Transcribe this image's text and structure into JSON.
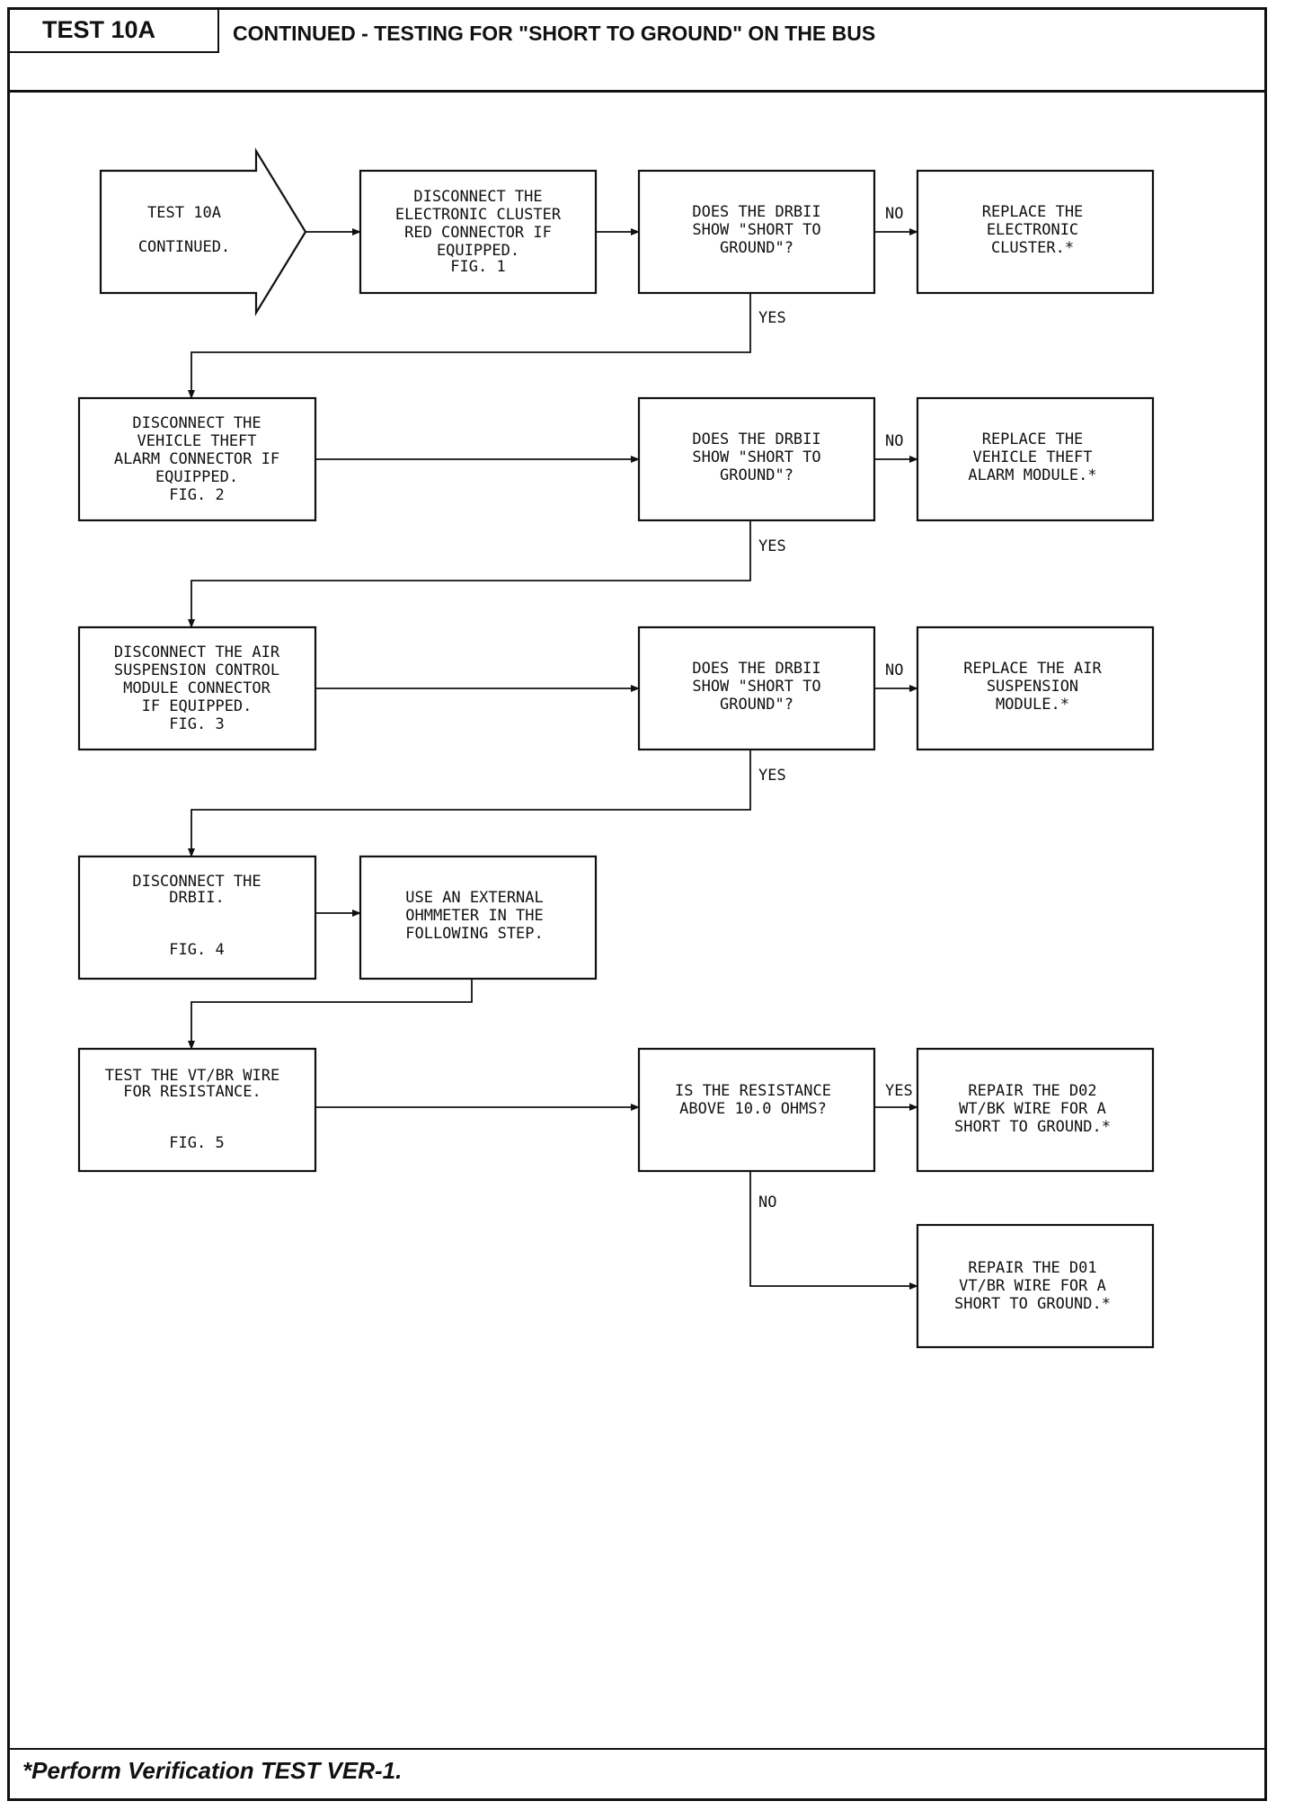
{
  "header": {
    "test_label": "TEST 10A",
    "title": "CONTINUED - TESTING FOR \"SHORT TO GROUND\" ON THE BUS"
  },
  "flowchart": {
    "start_arrow": [
      "TEST 10A",
      "CONTINUED."
    ],
    "step1": [
      "DISCONNECT THE",
      "ELECTRONIC CLUSTER",
      "RED CONNECTOR IF",
      "EQUIPPED.",
      "FIG. 1"
    ],
    "question1": [
      "DOES THE DRBII",
      "SHOW \"SHORT TO",
      "GROUND\"?"
    ],
    "result1_no": [
      "REPLACE THE",
      "ELECTRONIC",
      "CLUSTER.*"
    ],
    "step2": [
      "DISCONNECT THE",
      "VEHICLE THEFT",
      "ALARM CONNECTOR IF",
      "EQUIPPED.",
      "FIG. 2"
    ],
    "question2": [
      "DOES THE DRBII",
      "SHOW \"SHORT TO",
      "GROUND\"?"
    ],
    "result2_no": [
      "REPLACE THE",
      "VEHICLE THEFT",
      "ALARM MODULE.*"
    ],
    "step3": [
      "DISCONNECT THE AIR",
      "SUSPENSION CONTROL",
      "MODULE CONNECTOR",
      "IF EQUIPPED.",
      "FIG. 3"
    ],
    "question3": [
      "DOES THE DRBII",
      "SHOW \"SHORT TO",
      "GROUND\"?"
    ],
    "result3_no": [
      "REPLACE THE AIR",
      "SUSPENSION",
      "MODULE.*"
    ],
    "step4": [
      "DISCONNECT THE",
      "DRBII.",
      "FIG. 4"
    ],
    "step4b": [
      "USE AN EXTERNAL",
      "OHMMETER IN THE",
      "FOLLOWING STEP."
    ],
    "step5": [
      "TEST THE VT/BR WIRE",
      "FOR RESISTANCE.",
      "FIG. 5"
    ],
    "question5": [
      "IS THE RESISTANCE",
      "ABOVE 10.0 OHMS?"
    ],
    "result5_yes": [
      "REPAIR THE D02",
      "WT/BK WIRE FOR A",
      "SHORT TO GROUND.*"
    ],
    "result5_no": [
      "REPAIR THE D01",
      "VT/BR WIRE FOR A",
      "SHORT TO GROUND.*"
    ],
    "labels": {
      "no": "NO",
      "yes": "YES"
    }
  },
  "footer": {
    "note": "*Perform Verification TEST VER-1."
  }
}
